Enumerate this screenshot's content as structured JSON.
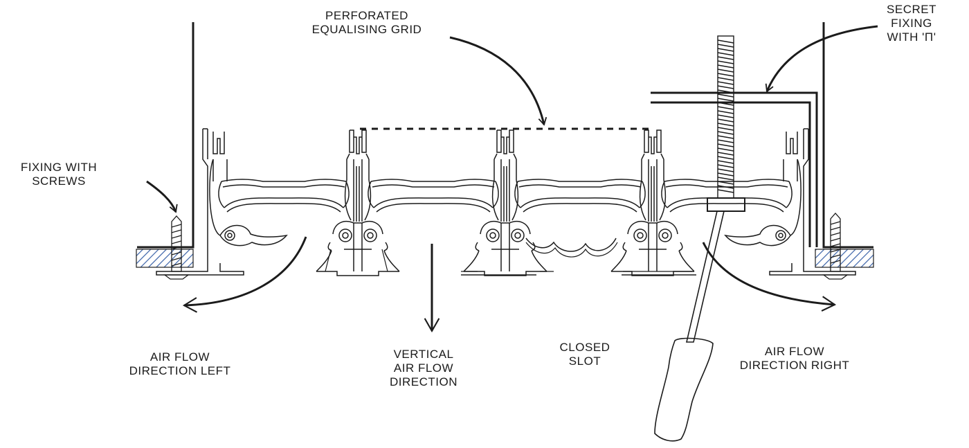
{
  "labels": {
    "perforated": [
      "PERFORATED",
      "EQUALISING GRID"
    ],
    "secret": [
      "SECRET",
      "FIXING",
      "WITH 'Π'"
    ],
    "screws": [
      "FIXING WITH",
      "SCREWS"
    ],
    "left": [
      "AIR FLOW",
      "DIRECTION LEFT"
    ],
    "vertical": [
      "VERTICAL",
      "AIR FLOW",
      "DIRECTION"
    ],
    "closed": [
      "CLOSED",
      "SLOT"
    ],
    "right": [
      "AIR FLOW",
      "DIRECTION RIGHT"
    ]
  },
  "colors": {
    "ink": "#1b1b1b",
    "hatch": "#3a62a8"
  }
}
